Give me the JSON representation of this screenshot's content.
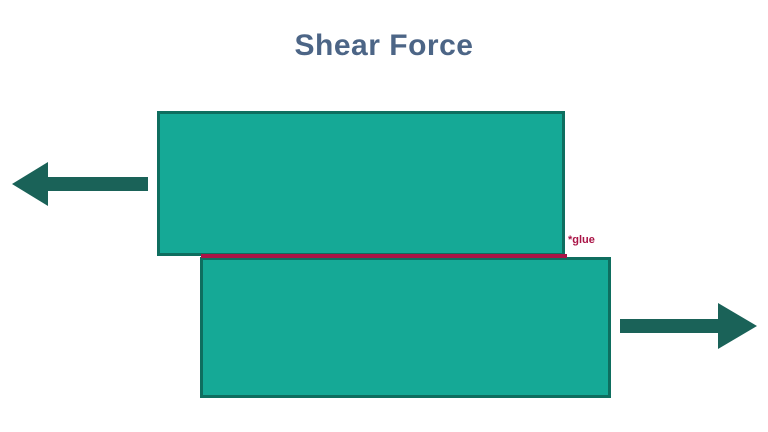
{
  "title": {
    "text": "Shear Force"
  },
  "labels": {
    "glue": "*glue"
  },
  "blocks": [
    {
      "name": "top-block"
    },
    {
      "name": "bottom-block"
    }
  ],
  "arrows": [
    {
      "name": "force-arrow-left",
      "direction": "left"
    },
    {
      "name": "force-arrow-right",
      "direction": "right"
    }
  ],
  "colors": {
    "background": "#ffffff",
    "title": "#4c6586",
    "block-fill": "#15a996",
    "block-border": "#0e6e5f",
    "arrow": "#1a6258",
    "glue": "#aa1446"
  }
}
